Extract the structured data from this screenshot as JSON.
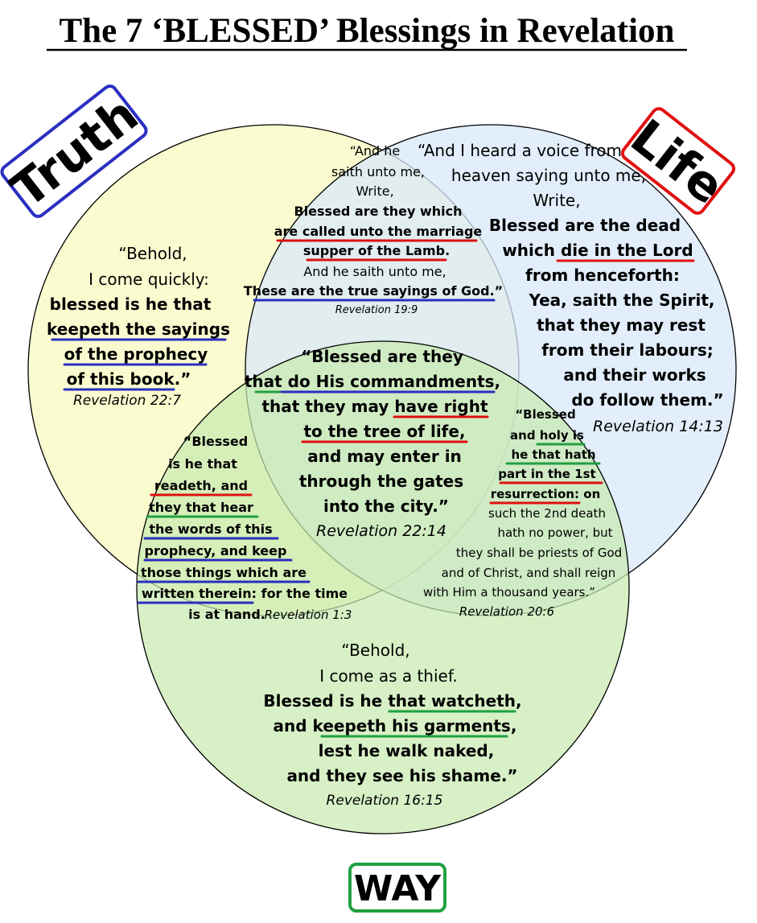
{
  "title": "The 7 ‘BLESSED’ Blessings in Revelation",
  "colors": {
    "truth_fill": "#fafcd0",
    "life_fill": "#d8e8fa",
    "way_fill": "#d3efc0",
    "truth_border": "#2a2fc0",
    "life_border": "#e01010",
    "way_border": "#20a040",
    "underline_red": "#e01010",
    "underline_blue": "#2a2fc0",
    "underline_green": "#20a040"
  },
  "labels": {
    "truth": "Truth",
    "life": "Life",
    "way": "WAY"
  },
  "passages": {
    "truth_only": {
      "lines": [
        "“Behold,",
        "I come quickly:",
        "blessed is he that",
        "keepeth the sayings",
        "of the prophecy",
        "of this book.”"
      ],
      "ref": "Revelation 22:7"
    },
    "life_only": {
      "lines": [
        "“And I heard a voice from",
        "heaven saying unto me,",
        "Write,",
        "Blessed are the dead",
        "which die in the Lord",
        "from henceforth:",
        "Yea, saith the Spirit,",
        "that they may rest",
        "from their labours;",
        "and their works",
        "do follow them.”"
      ],
      "ref": "Revelation 14:13"
    },
    "truth_life": {
      "lines": [
        "“And he",
        "saith unto me,",
        "Write,",
        "Blessed are they which",
        "are called unto the marriage",
        "supper of the Lamb.",
        "And he saith unto me,",
        "These are the true sayings of God.”"
      ],
      "ref": "Revelation 19:9"
    },
    "center": {
      "lines": [
        "“Blessed are they",
        "that do His commandments,",
        "that they may have right",
        "to the tree of life,",
        "and may enter in",
        "through the gates",
        "into the city.”"
      ],
      "ref": "Revelation 22:14"
    },
    "truth_way": {
      "lines": [
        "“Blessed",
        "is he that",
        "readeth, and",
        "they that hear",
        "the words of this",
        "prophecy, and keep",
        "those things which are",
        "written therein: for the time",
        "is at hand."
      ],
      "ref": "Revelation 1:3"
    },
    "life_way": {
      "lines": [
        "“Blessed",
        "and holy is",
        "he that hath",
        "part in the 1st",
        "resurrection: on",
        "such the 2nd death",
        "hath no power, but",
        "they shall be priests of God",
        "and of Christ, and shall reign",
        "with Him a thousand years.”"
      ],
      "ref": "Revelation 20:6"
    },
    "way_only": {
      "lines": [
        "“Behold,",
        "I come as a thief.",
        "Blessed is he that watcheth,",
        "and keepeth his garments,",
        "lest he walk naked,",
        "and they see his shame.”"
      ],
      "ref": "Revelation 16:15"
    }
  }
}
